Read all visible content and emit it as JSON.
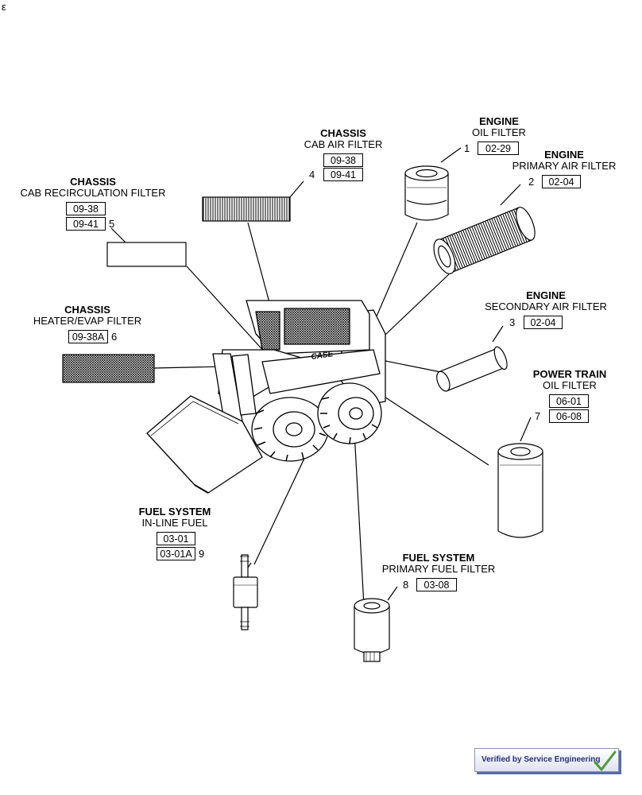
{
  "corner_mark": "ε",
  "callouts": [
    {
      "num": "1",
      "system": "ENGINE",
      "name": "OIL FILTER",
      "refs": [
        "02-29"
      ]
    },
    {
      "num": "2",
      "system": "ENGINE",
      "name": "PRIMARY AIR FILTER",
      "refs": [
        "02-04"
      ]
    },
    {
      "num": "3",
      "system": "ENGINE",
      "name": "SECONDARY AIR FILTER",
      "refs": [
        "02-04"
      ]
    },
    {
      "num": "4",
      "system": "CHASSIS",
      "name": "CAB AIR FILTER",
      "refs": [
        "09-38",
        "09-41"
      ]
    },
    {
      "num": "5",
      "system": "CHASSIS",
      "name": "CAB RECIRCULATION FILTER",
      "refs": [
        "09-38",
        "09-41"
      ]
    },
    {
      "num": "6",
      "system": "CHASSIS",
      "name": "HEATER/EVAP FILTER",
      "refs": [
        "09-38A"
      ]
    },
    {
      "num": "7",
      "system": "POWER TRAIN",
      "name": "OIL FILTER",
      "refs": [
        "06-01",
        "06-08"
      ]
    },
    {
      "num": "8",
      "system": "FUEL SYSTEM",
      "name": "PRIMARY FUEL FILTER",
      "refs": [
        "03-08"
      ]
    },
    {
      "num": "9",
      "system": "FUEL SYSTEM",
      "name": "IN-LINE FUEL",
      "refs": [
        "03-01",
        "03-01A"
      ]
    }
  ],
  "machine_brand": "CASE",
  "badge": {
    "text": "Verified by Service Engineering",
    "icon": "checkmark-icon"
  },
  "colors": {
    "line": "#000000",
    "badge_text": "#1d2f7a",
    "check": "#4f9a3a"
  }
}
